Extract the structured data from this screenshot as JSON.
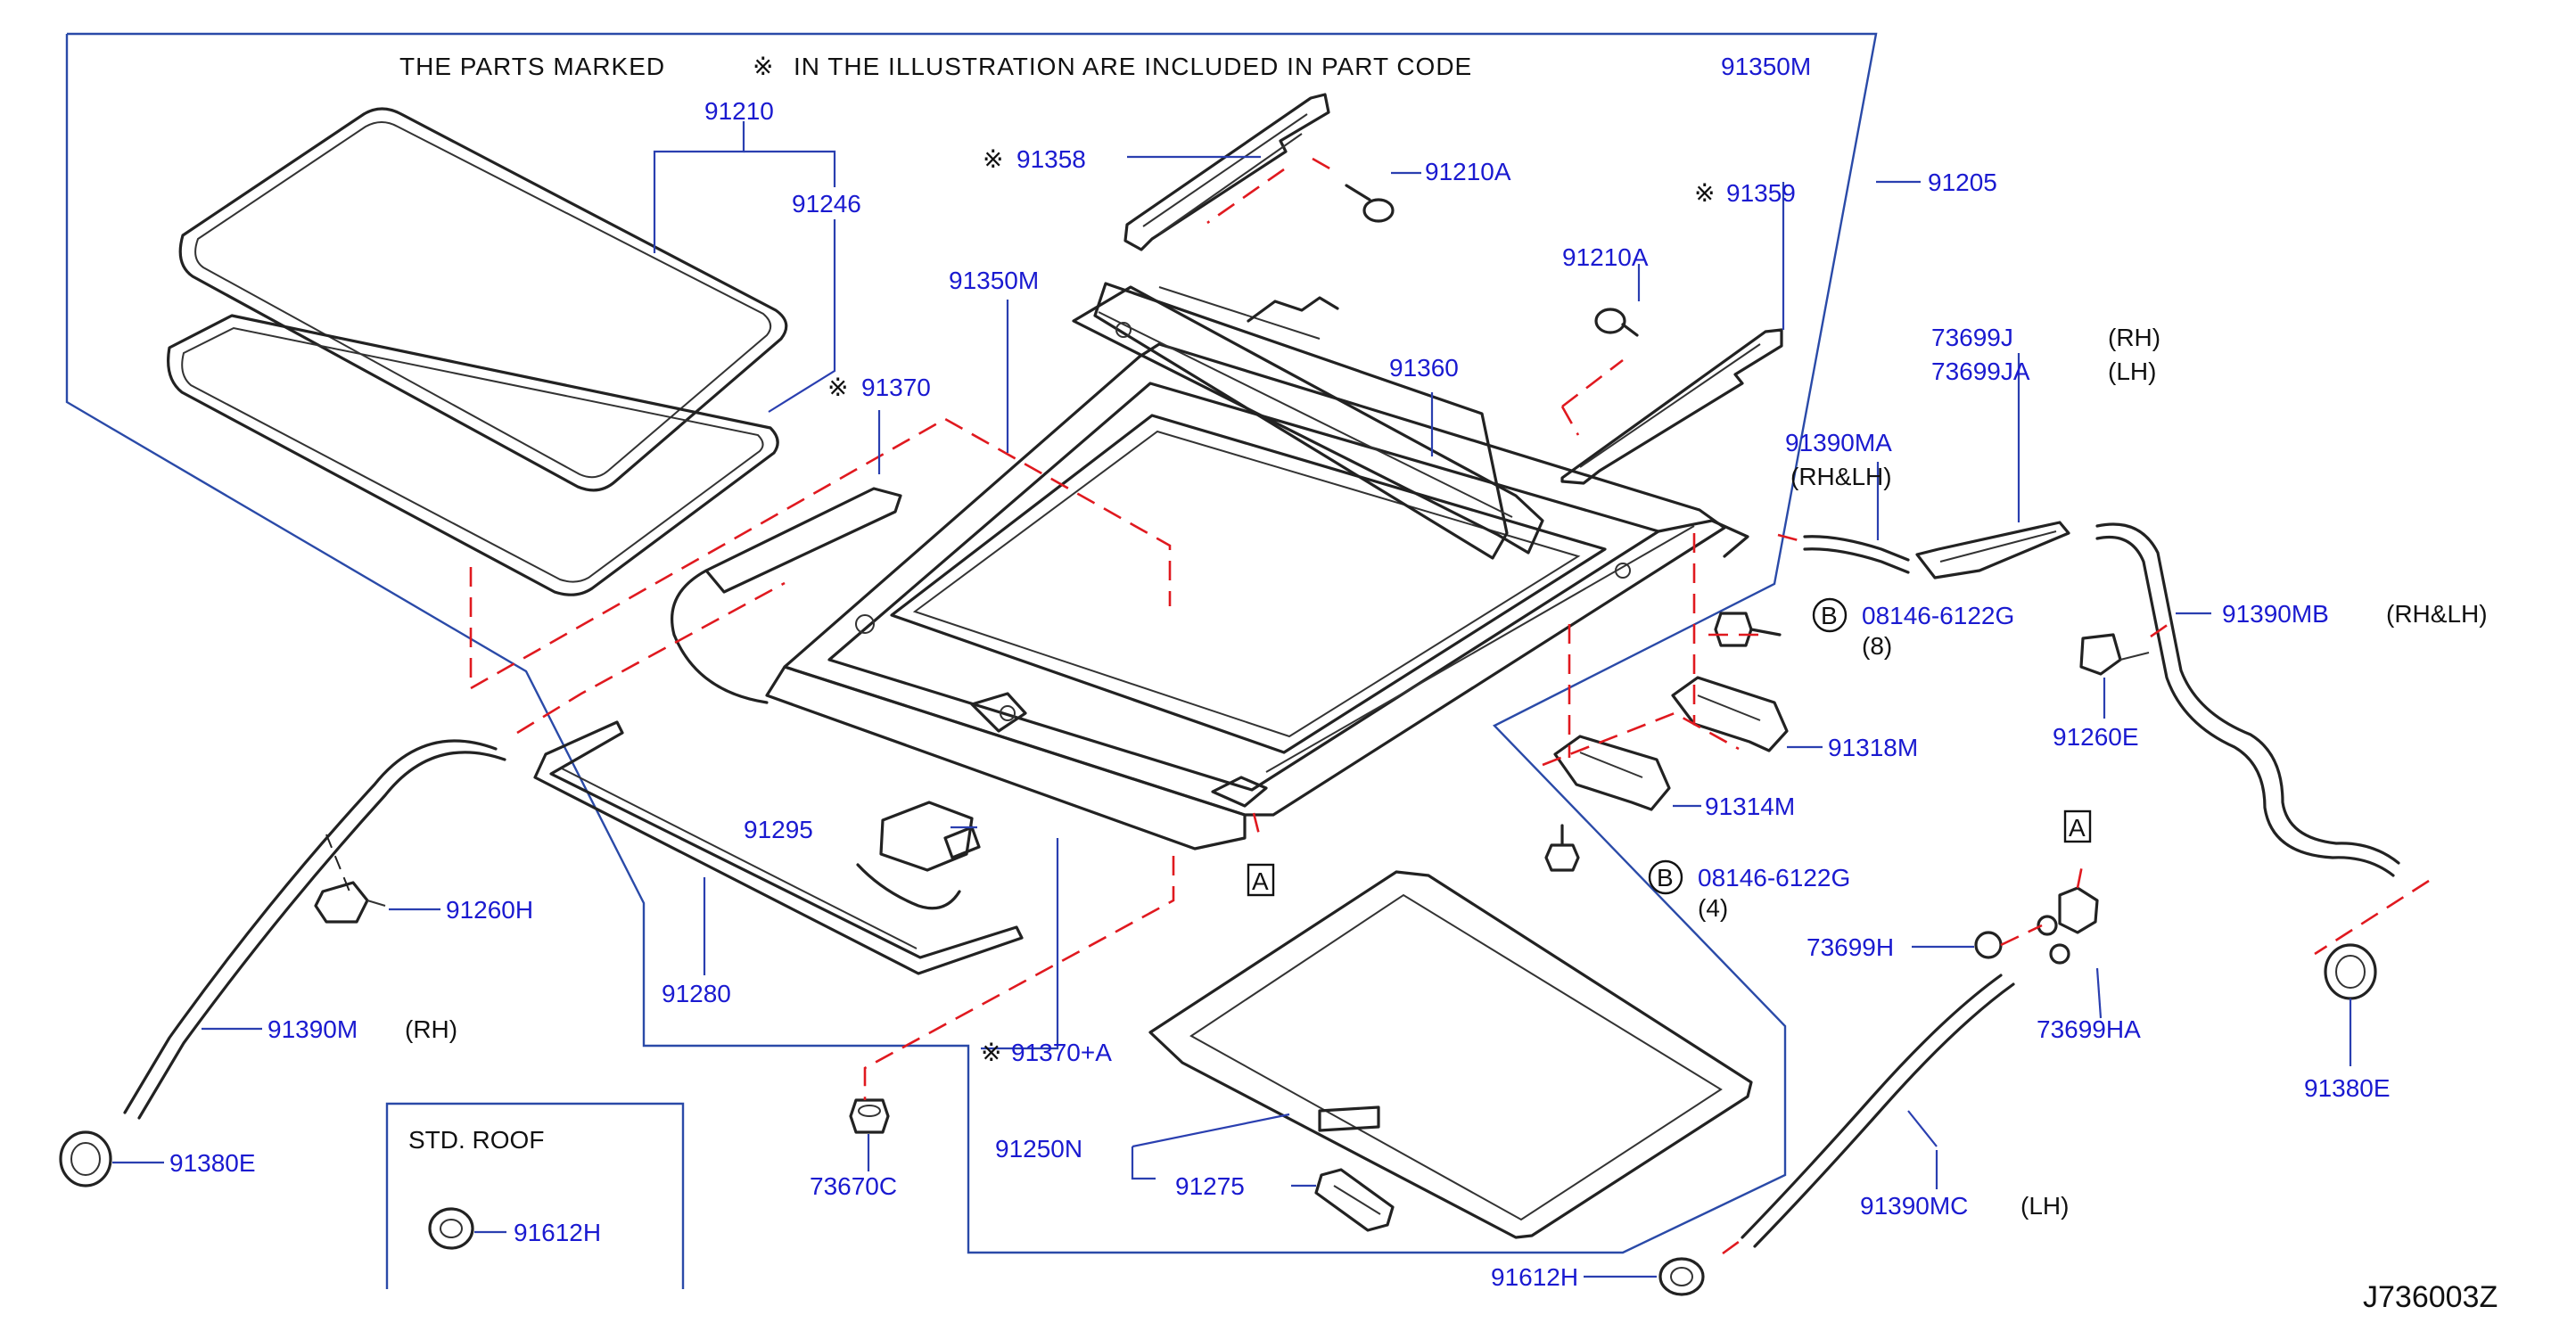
{
  "header": {
    "note_prefix": "THE   PARTS   MARKED",
    "note_mark": "※",
    "note_suffix": "IN   THE   ILLUSTRATION   ARE   INCLUDED   IN   PART   CODE",
    "code": "91350M"
  },
  "labels": {
    "p91210": "91210",
    "p91246": "91246",
    "p91358": "91358",
    "p91210A_top": "91210A",
    "p91359": "91359",
    "p91205": "91205",
    "p91350M": "91350M",
    "p91210A_mid": "91210A",
    "p91360": "91360",
    "p91370": "91370",
    "p73699J": "73699J",
    "p73699J_side": "(RH)",
    "p73699JA": "73699JA",
    "p73699JA_side": "(LH)",
    "p91390MA": "91390MA",
    "p91390MA_side": "(RH&LH)",
    "p08146_top": "08146-6122G",
    "p08146_top_qty": "(8)",
    "p91390MB": "91390MB",
    "p91390MB_side": "(RH&LH)",
    "p91318M": "91318M",
    "p91260E": "91260E",
    "p91314M": "91314M",
    "p91295": "91295",
    "p08146_bot": "08146-6122G",
    "p08146_bot_qty": "(4)",
    "p91260H": "91260H",
    "p73699H": "73699H",
    "p91280": "91280",
    "p91390M": "91390M",
    "p91390M_side": "(RH)",
    "p91370A": "91370+A",
    "p73699HA": "73699HA",
    "p91380E_right": "91380E",
    "p73670C": "73670C",
    "p91250N": "91250N",
    "p91380E_left": "91380E",
    "p91275": "91275",
    "p91390MC": "91390MC",
    "p91390MC_side": "(LH)",
    "p91612H_bot": "91612H",
    "std_roof_title": "STD.   ROOF",
    "p91612H_std": "91612H"
  },
  "marks": {
    "star": "※",
    "bolt_letter": "B",
    "ref_letter": "A"
  },
  "diagram_code": "J736003Z"
}
